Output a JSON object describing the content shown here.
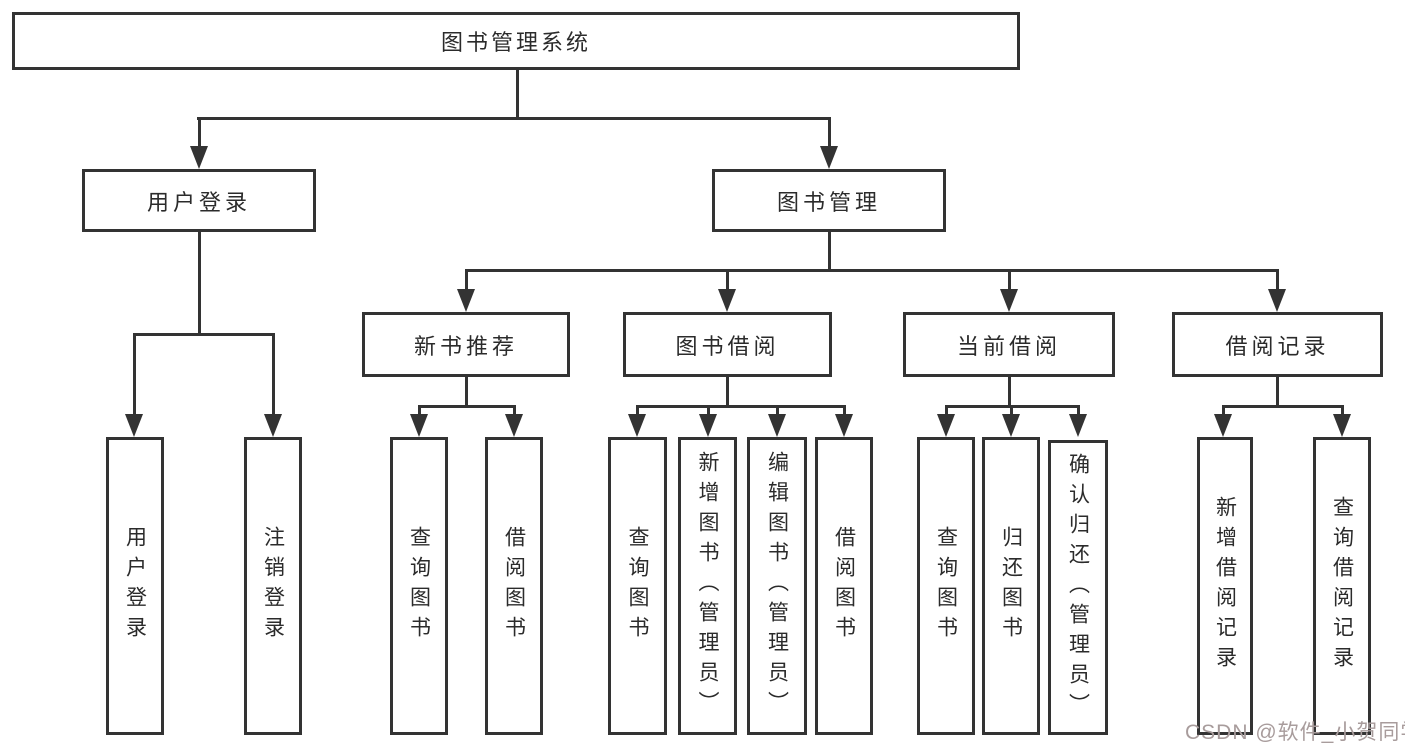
{
  "title": "图书管理系统",
  "tree": {
    "label": "图书管理系统",
    "children": [
      {
        "label": "用户登录",
        "children": [
          {
            "label": "用户登录"
          },
          {
            "label": "注销登录"
          }
        ]
      },
      {
        "label": "图书管理",
        "children": [
          {
            "label": "新书推荐",
            "children": [
              {
                "label": "查询图书"
              },
              {
                "label": "借阅图书"
              }
            ]
          },
          {
            "label": "图书借阅",
            "children": [
              {
                "label": "查询图书"
              },
              {
                "label": "新增图书（管理员）"
              },
              {
                "label": "编辑图书（管理员）"
              },
              {
                "label": "借阅图书"
              }
            ]
          },
          {
            "label": "当前借阅",
            "children": [
              {
                "label": "查询图书"
              },
              {
                "label": "归还图书"
              },
              {
                "label": "确认归还（管理员）"
              }
            ]
          },
          {
            "label": "借阅记录",
            "children": [
              {
                "label": "新增借阅记录"
              },
              {
                "label": "查询借阅记录"
              }
            ]
          }
        ]
      }
    ]
  },
  "watermark": {
    "text": "CSDN @软件_小贺同学",
    "color": "#a89c9c"
  },
  "colors": {
    "line": "#333333",
    "box_border": "#333333",
    "text": "#2b2b2b",
    "background": "#ffffff"
  }
}
